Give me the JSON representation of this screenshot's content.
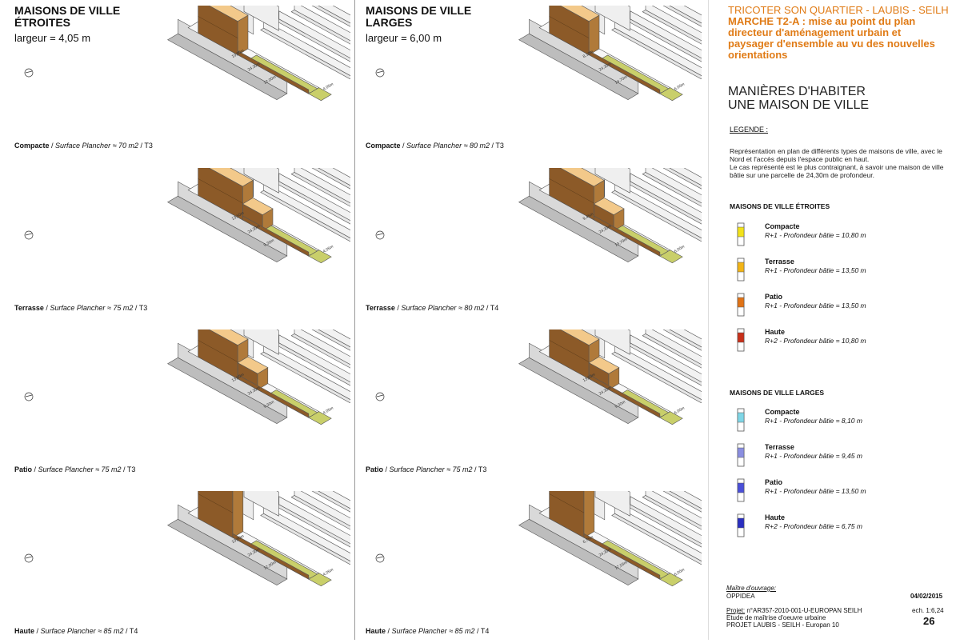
{
  "columns": {
    "narrow": {
      "title": "MAISONS DE VILLE\nÉTROITES",
      "width_label": "largeur = 4,05 m"
    },
    "wide": {
      "title": "MAISONS DE VILLE\nLARGES",
      "width_label": "largeur = 6,00 m"
    }
  },
  "panels": {
    "narrow": [
      {
        "type": "Compacte",
        "surface": "Surface Plancher ≈ 70 m2",
        "typology": "T3",
        "dims": [
          "10,80m",
          "24,30m",
          "12,00m",
          "4,05m"
        ]
      },
      {
        "type": "Terrasse",
        "surface": "Surface Plancher ≈ 75 m2",
        "typology": "T3",
        "dims": [
          "13,50m",
          "24,30m",
          "9,30m",
          "4,05m"
        ]
      },
      {
        "type": "Patio",
        "surface": "Surface Plancher ≈ 75 m2",
        "typology": "T3",
        "dims": [
          "13,50m",
          "24,30m",
          "9,30m",
          "4,05m"
        ]
      },
      {
        "type": "Haute",
        "surface": "Surface Plancher ≈ 85 m2",
        "typology": "T4",
        "dims": [
          "10,80m",
          "24,30m",
          "12,00m",
          "4,05m"
        ]
      }
    ],
    "wide": [
      {
        "type": "Compacte",
        "surface": "Surface Plancher ≈ 80 m2",
        "typology": "T3",
        "dims": [
          "8,10m",
          "24,30m",
          "14,70m",
          "6,00m"
        ]
      },
      {
        "type": "Terrasse",
        "surface": "Surface Plancher ≈ 80 m2",
        "typology": "T4",
        "dims": [
          "9,45m",
          "24,30m",
          "13,70m",
          "6,00m"
        ]
      },
      {
        "type": "Patio",
        "surface": "Surface Plancher ≈ 75 m2",
        "typology": "T3",
        "dims": [
          "13,50m",
          "24,30m",
          "9,30m",
          "6,00m"
        ]
      },
      {
        "type": "Haute",
        "surface": "Surface Plancher ≈ 85 m2",
        "typology": "T4",
        "dims": [
          "6,75m",
          "24,30m",
          "17,55m",
          "6,00m"
        ]
      }
    ]
  },
  "header": {
    "line1": "TRICOTER SON QUARTIER - LAUBIS - SEILH",
    "line2": "MARCHE T2-A : mise au point du plan directeur d'aménagement urbain et paysager d'ensemble au vu des nouvelles orientations",
    "section": "MANIÈRES D'HABITER\nUNE MAISON DE VILLE"
  },
  "legend": {
    "label": "LEGENDE :",
    "description": "Représentation en plan de différents types de maisons de ville, avec le Nord et l'accès depuis l'espace public en haut.\nLe cas représenté est le plus contraignant, à savoir une maison de ville bâtie sur une parcelle de 24,30m de profondeur.",
    "narrow_head": "MAISONS DE VILLE ÉTROITES",
    "wide_head": "MAISONS DE VILLE LARGES",
    "narrow_items": [
      {
        "name": "Compacte",
        "detail": "R+1 - Profondeur bâtie = 10,80 m",
        "color": "#f2e21a"
      },
      {
        "name": "Terrasse",
        "detail": "R+1 - Profondeur bâtie = 13,50 m",
        "color": "#f2b416"
      },
      {
        "name": "Patio",
        "detail": "R+1 - Profondeur bâtie = 13,50 m",
        "color": "#e07316"
      },
      {
        "name": "Haute",
        "detail": "R+2 - Profondeur bâtie = 10,80 m",
        "color": "#c8301a"
      }
    ],
    "wide_items": [
      {
        "name": "Compacte",
        "detail": "R+1 - Profondeur bâtie = 8,10 m",
        "color": "#7fd6e6"
      },
      {
        "name": "Terrasse",
        "detail": "R+1 - Profondeur bâtie = 9,45 m",
        "color": "#8a8ee0"
      },
      {
        "name": "Patio",
        "detail": "R+1 - Profondeur bâtie = 13,50 m",
        "color": "#4a4fd8"
      },
      {
        "name": "Haute",
        "detail": "R+2 - Profondeur bâtie = 6,75 m",
        "color": "#2a2fc0"
      }
    ]
  },
  "footer": {
    "owner_label": "Maître d'ouvrage:",
    "owner": "OPPIDEA",
    "date": "04/02/2015",
    "project_label": "Projet:",
    "project_ref": "n°AR357-2010-001-U-EUROPAN SEILH",
    "scale": "ech. 1:6,24",
    "study": "Etude de maîtrise d'oeuvre urbaine",
    "program": "PROJET LAUBIS - SEILH - Europan 10",
    "page": "26"
  },
  "colors": {
    "accent": "#e07b16",
    "house_top": "#f3c98a",
    "house_front": "#b07a3a",
    "house_side": "#8c5a28",
    "garden": "#c9cf6a",
    "grey_block": "#bdbdbd"
  }
}
